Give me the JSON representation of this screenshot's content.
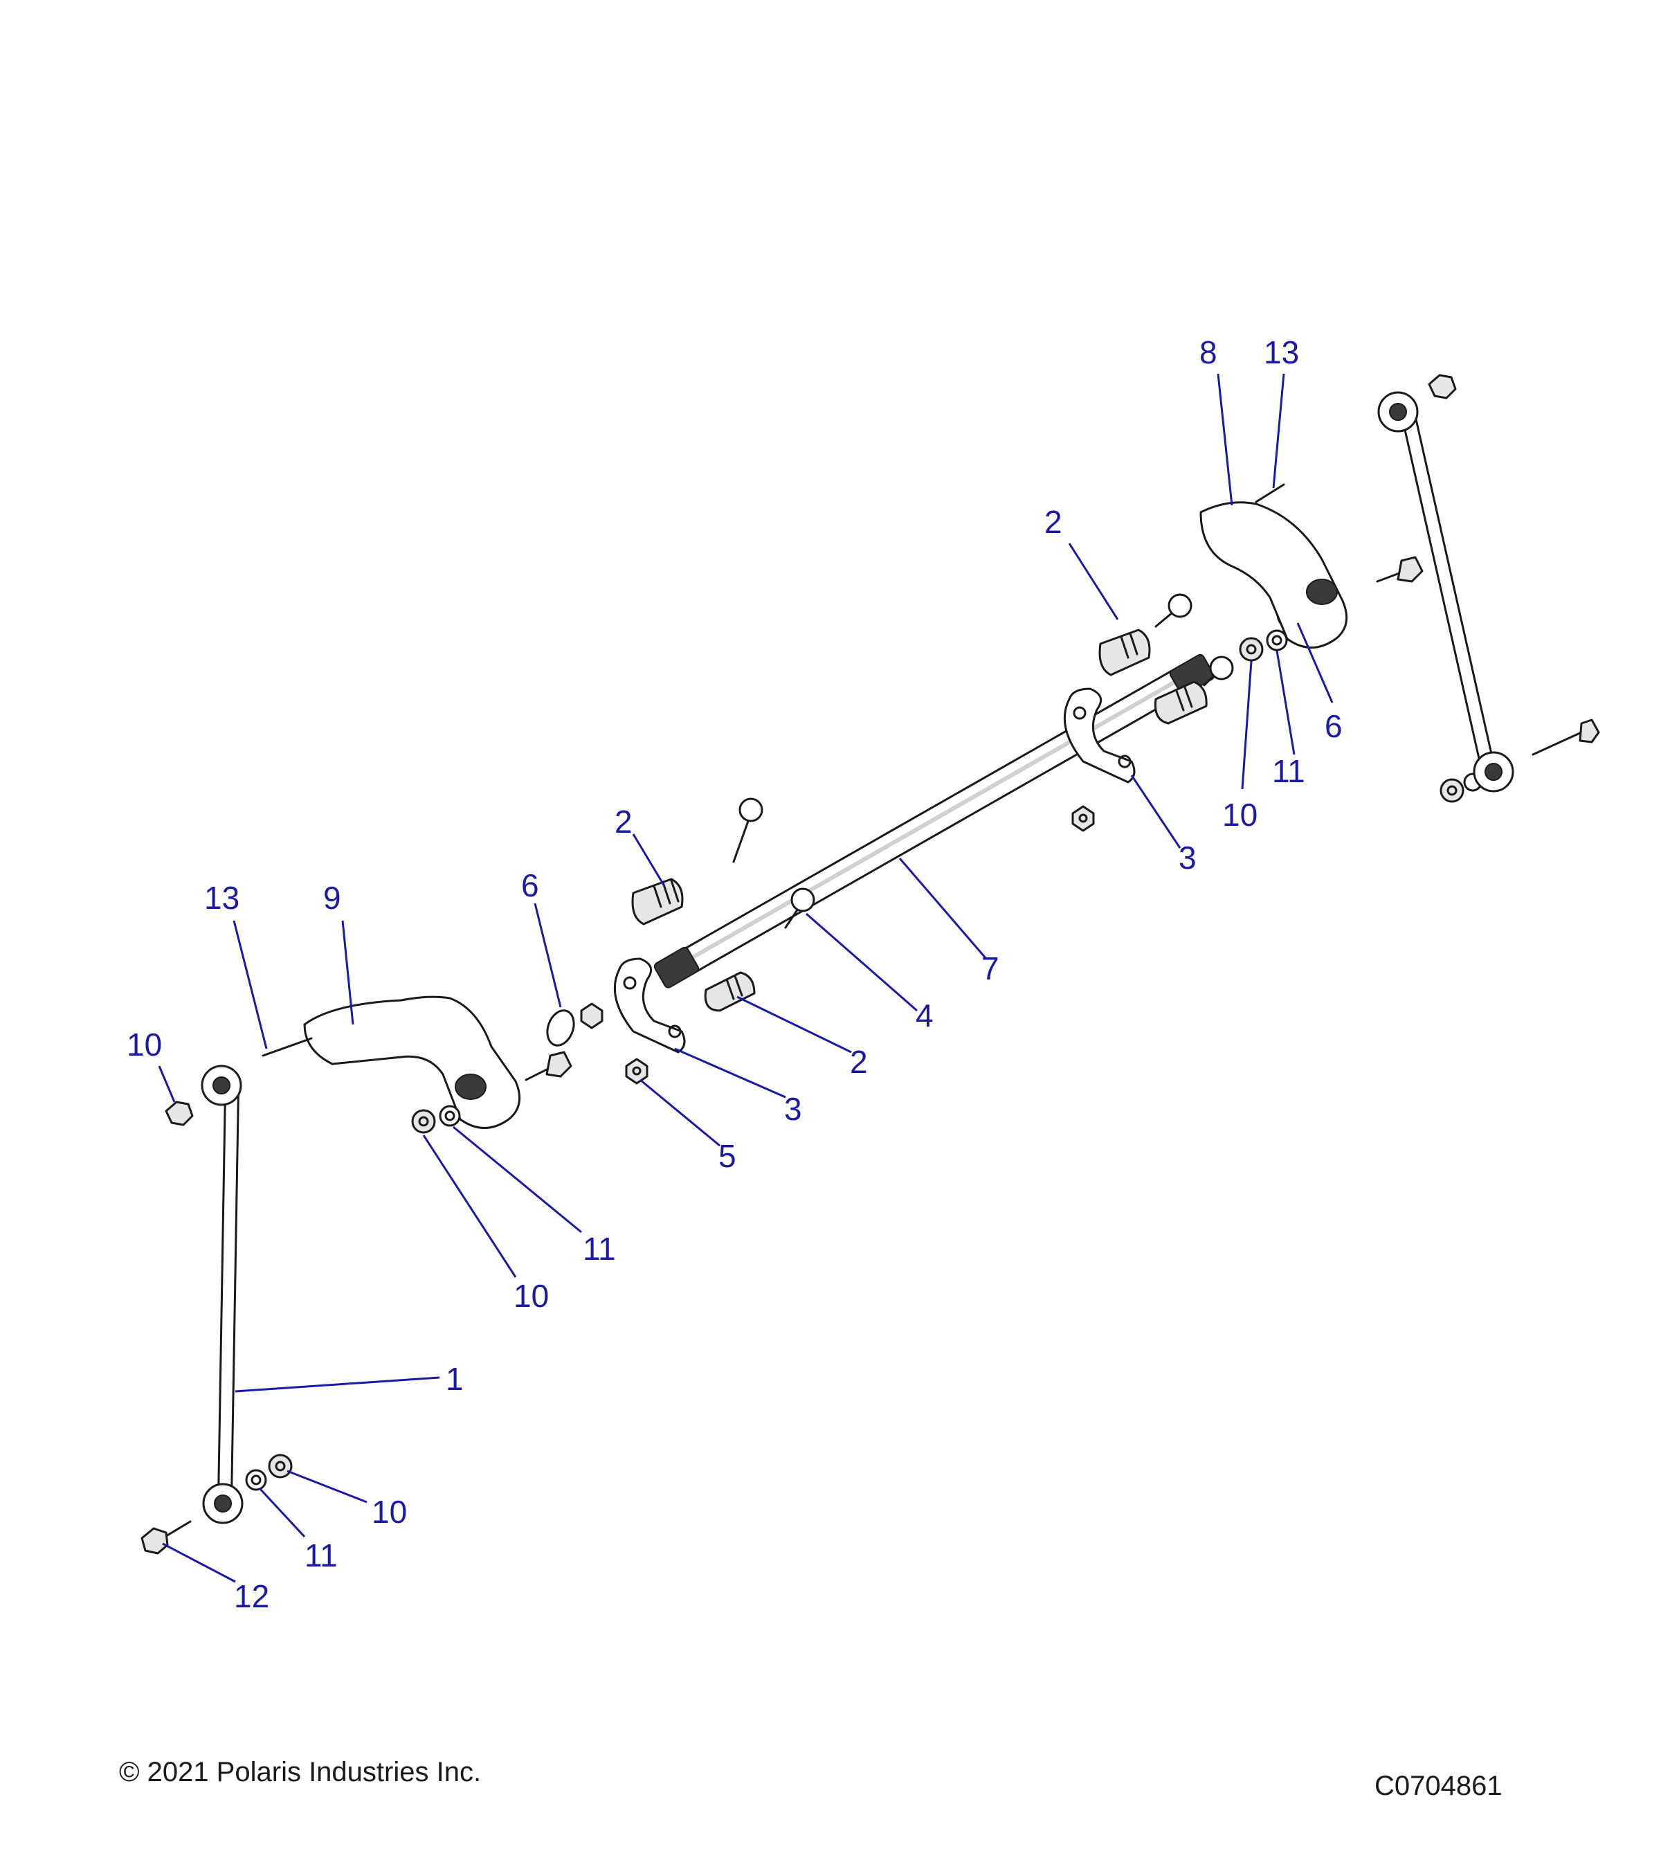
{
  "diagram": {
    "callouts": [
      {
        "number": "8"
      },
      {
        "number": "13"
      },
      {
        "number": "2"
      },
      {
        "number": "6"
      },
      {
        "number": "11"
      },
      {
        "number": "10"
      },
      {
        "number": "3"
      },
      {
        "number": "2"
      },
      {
        "number": "13"
      },
      {
        "number": "9"
      },
      {
        "number": "6"
      },
      {
        "number": "7"
      },
      {
        "number": "4"
      },
      {
        "number": "2"
      },
      {
        "number": "10"
      },
      {
        "number": "3"
      },
      {
        "number": "5"
      },
      {
        "number": "11"
      },
      {
        "number": "10"
      },
      {
        "number": "1"
      },
      {
        "number": "10"
      },
      {
        "number": "11"
      },
      {
        "number": "12"
      }
    ]
  },
  "footer": {
    "copyright": "© 2021 Polaris Industries Inc.",
    "figure_code": "C0704861"
  }
}
